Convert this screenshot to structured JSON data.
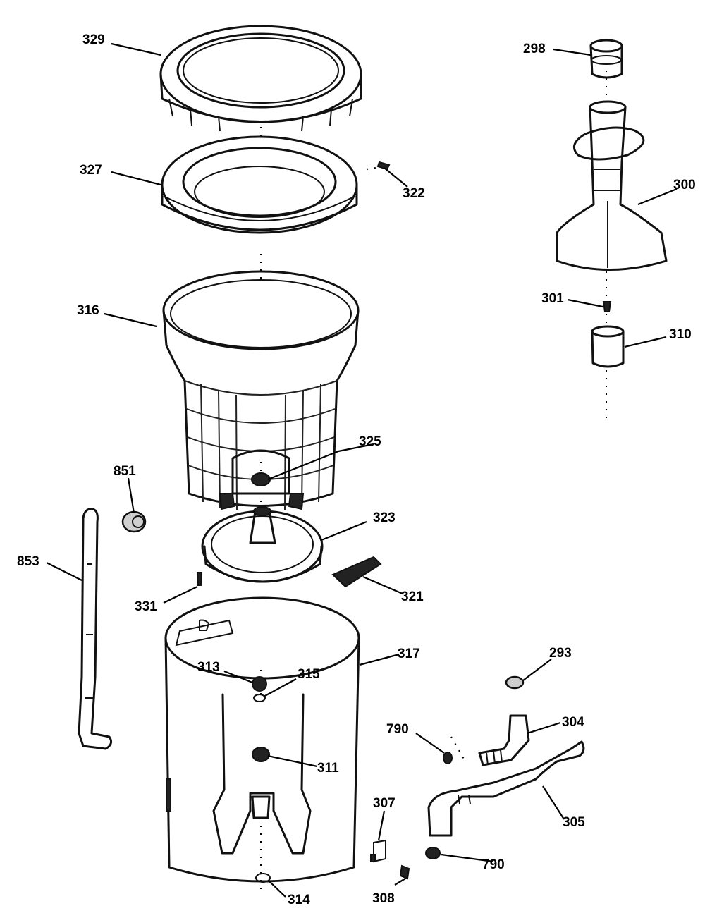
{
  "callouts": {
    "c329": "329",
    "c327": "327",
    "c322": "322",
    "c316": "316",
    "c325": "325",
    "c851": "851",
    "c853": "853",
    "c323": "323",
    "c331": "331",
    "c321": "321",
    "c317": "317",
    "c313": "313",
    "c315": "315",
    "c311": "311",
    "c314": "314",
    "c307": "307",
    "c308": "308",
    "c790a": "790",
    "c790b": "790",
    "c293": "293",
    "c304": "304",
    "c305": "305",
    "c298": "298",
    "c300": "300",
    "c301": "301",
    "c310": "310"
  }
}
